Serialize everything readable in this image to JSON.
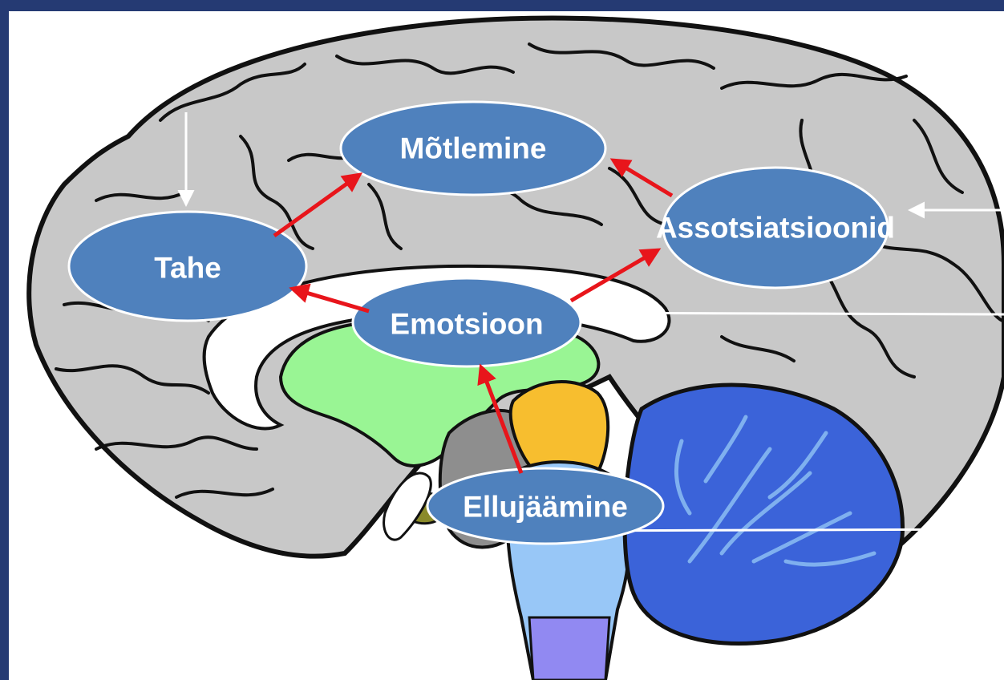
{
  "colors": {
    "frame": "#253a73",
    "canvas": "#ffffff",
    "cortex": "#c8c8c8",
    "cortex_outline": "#111111",
    "limbic": "#99f594",
    "midbrain": "#f7be2f",
    "brainstem": "#98c7f7",
    "medulla": "#9189f2",
    "cerebellum": "#3b63d9",
    "cerebellum_light": "#7fb0ef",
    "thalamus_gray": "#8e8e8e",
    "olive_patch": "#8a8a2a",
    "node_fill": "#4f81bd",
    "node_stroke": "#ffffff",
    "red_arrow": "#e8151b",
    "white_arrow": "#ffffff"
  },
  "nodes": {
    "motlemine": "Mõtlemine",
    "tahe": "Tahe",
    "emotsioon": "Emotsioon",
    "assotsiatsioonid": "Assotsiatsioonid",
    "ellujaamine": "Ellujäämine"
  }
}
